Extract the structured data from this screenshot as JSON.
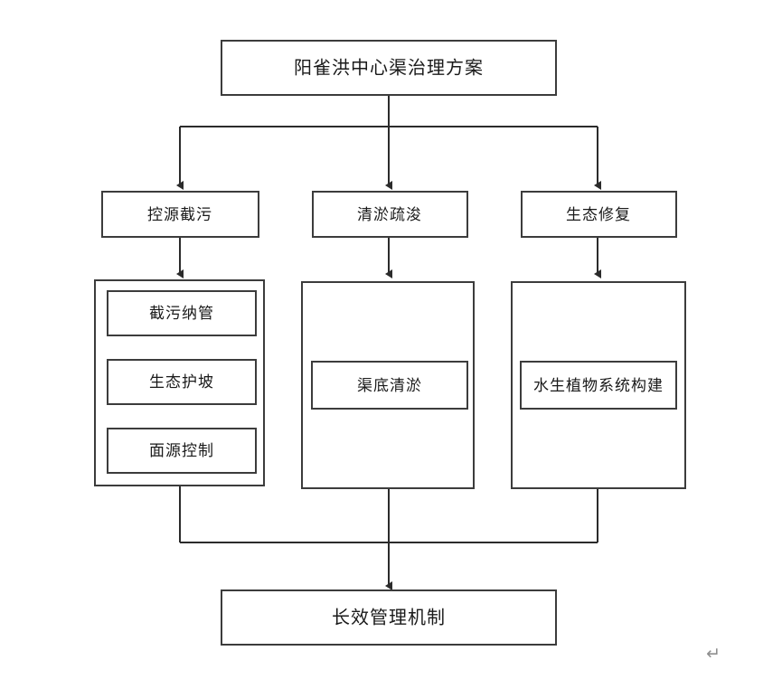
{
  "document": {
    "paragraph_mark": "↵"
  },
  "diagram": {
    "type": "flowchart",
    "orientation": "top-down",
    "root": {
      "label": "阳雀洪中心渠治理方案"
    },
    "branches": [
      {
        "label": "控源截污",
        "children": [
          {
            "label": "截污纳管"
          },
          {
            "label": "生态护坡"
          },
          {
            "label": "面源控制"
          }
        ]
      },
      {
        "label": "清淤疏浚",
        "children": [
          {
            "label": "渠底清淤"
          }
        ]
      },
      {
        "label": "生态修复",
        "children": [
          {
            "label": "水生植物系统构建"
          }
        ]
      }
    ],
    "footer": {
      "label": "长效管理机制"
    },
    "colors": {
      "background": "#ffffff",
      "box_fill": "#ffffff",
      "box_stroke": "#3c3c3c",
      "connector": "#2b2b2b",
      "text": "#1a1a1a",
      "paragraph_mark": "#8e8e8e"
    }
  }
}
